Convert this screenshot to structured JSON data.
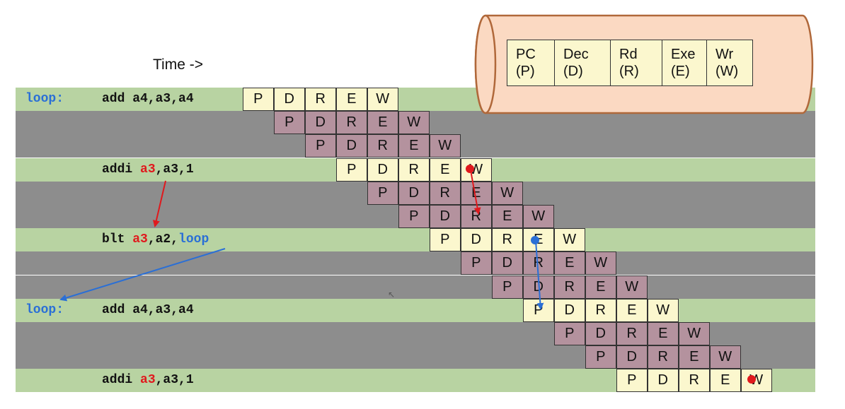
{
  "time_label": "Time ->",
  "legend": [
    {
      "name": "PC",
      "abbr": "(P)"
    },
    {
      "name": "Dec",
      "abbr": "(D)"
    },
    {
      "name": "Rd",
      "abbr": "(R)"
    },
    {
      "name": "Exe",
      "abbr": "(E)"
    },
    {
      "name": "Wr",
      "abbr": "(W)"
    }
  ],
  "stages": [
    "P",
    "D",
    "R",
    "E",
    "W"
  ],
  "rows": [
    {
      "kind": "green",
      "label": "loop:",
      "parts": [
        {
          "t": "add a4,a3,a4",
          "c": "plain"
        }
      ]
    },
    {
      "kind": "gray",
      "label": "",
      "parts": []
    },
    {
      "kind": "gray",
      "label": "",
      "parts": []
    },
    {
      "kind": "green",
      "label": "",
      "parts": [
        {
          "t": "addi ",
          "c": "plain"
        },
        {
          "t": "a3",
          "c": "reg"
        },
        {
          "t": ",a3,1",
          "c": "plain"
        }
      ]
    },
    {
      "kind": "gray",
      "label": "",
      "parts": []
    },
    {
      "kind": "gray",
      "label": "",
      "parts": []
    },
    {
      "kind": "green",
      "label": "",
      "parts": [
        {
          "t": "blt ",
          "c": "plain"
        },
        {
          "t": "a3",
          "c": "reg"
        },
        {
          "t": ",a2,",
          "c": "plain"
        },
        {
          "t": "loop",
          "c": "tgt"
        }
      ]
    },
    {
      "kind": "gray",
      "label": "",
      "parts": []
    },
    {
      "kind": "gray",
      "label": "",
      "parts": []
    },
    {
      "kind": "green",
      "label": "loop:",
      "parts": [
        {
          "t": "add a4,a3,a4",
          "c": "plain"
        }
      ]
    },
    {
      "kind": "gray",
      "label": "",
      "parts": []
    },
    {
      "kind": "gray",
      "label": "",
      "parts": []
    },
    {
      "kind": "green",
      "label": "",
      "parts": [
        {
          "t": "addi ",
          "c": "plain"
        },
        {
          "t": "a3",
          "c": "reg"
        },
        {
          "t": ",a3,1",
          "c": "plain"
        }
      ]
    }
  ],
  "colors": {
    "row_green": "#b8d3a2",
    "row_gray": "#8d8d8d",
    "cell_light": "#fbf7ce",
    "cell_dark": "#b4929e",
    "cylinder_fill": "#fbd9c2",
    "cylinder_stroke": "#b0683a",
    "dependency_red": "#e0191d",
    "branch_blue": "#2a6fd6"
  }
}
